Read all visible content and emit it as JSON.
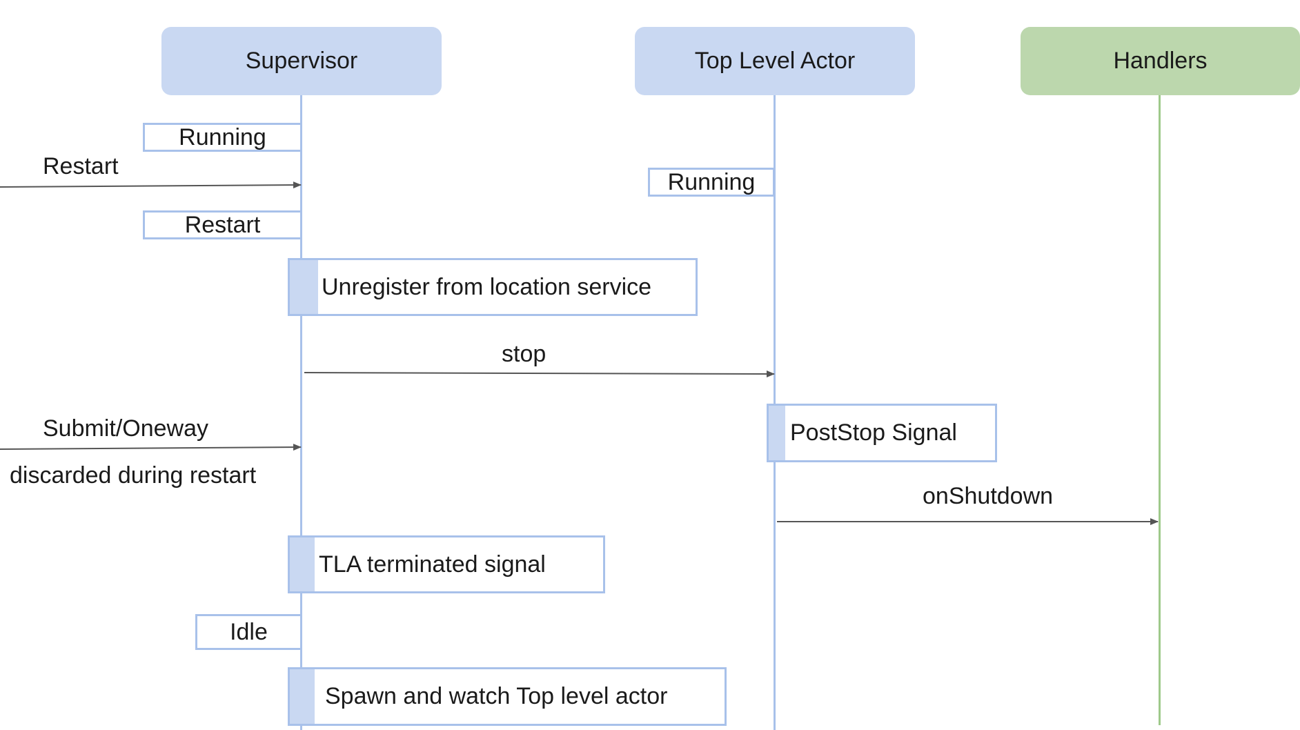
{
  "actors": {
    "supervisor": "Supervisor",
    "top_level_actor": "Top Level Actor",
    "handlers": "Handlers"
  },
  "states": {
    "supervisor_running": "Running",
    "supervisor_restart": "Restart",
    "tla_running": "Running",
    "supervisor_idle": "Idle"
  },
  "messages": {
    "restart": "Restart",
    "stop": "stop",
    "submit_oneway": "Submit/Oneway",
    "discarded_note": "discarded during restart",
    "on_shutdown": "onShutdown"
  },
  "activations": {
    "unregister": "Unregister from location service",
    "poststop": "PostStop Signal",
    "tla_terminated": "TLA terminated signal",
    "spawn_watch": "Spawn and watch Top level actor"
  },
  "colors": {
    "actor_blue": "#c9d8f2",
    "actor_green": "#bcd7ad",
    "lifeline_blue": "#a8c1ea",
    "lifeline_green": "#9ec98a",
    "arrow": "#555555"
  }
}
